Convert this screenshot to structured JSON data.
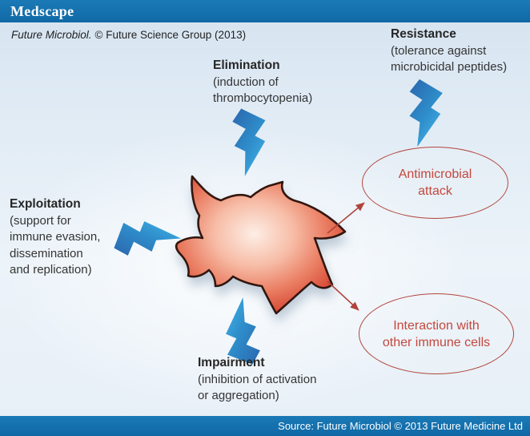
{
  "header": {
    "brand": "Medscape"
  },
  "attribution": {
    "journal_italic": "Future Microbiol.",
    "rest": "© Future Science Group (2013)"
  },
  "labels": {
    "elimination": {
      "title": "Elimination",
      "lines": [
        "(induction of",
        "thrombocytopenia)"
      ]
    },
    "resistance": {
      "title": "Resistance",
      "lines": [
        "(tolerance against",
        "microbicidal peptides)"
      ]
    },
    "exploitation": {
      "title": "Exploitation",
      "lines": [
        "(support for",
        "immune evasion,",
        "dissemination",
        "and replication)"
      ]
    },
    "impairment": {
      "title": "Impairment",
      "lines": [
        "(inhibition of activation",
        "or aggregation)"
      ]
    }
  },
  "bubbles": {
    "antimicrobial_attack": {
      "line1": "Antimicrobial",
      "line2": "attack"
    },
    "immune_interaction": {
      "line1": "Interaction with",
      "line2": "other immune cells"
    }
  },
  "icons": {
    "center": "platelet-cell",
    "bolts": [
      "lightning-bolt-top",
      "lightning-bolt-resistance",
      "lightning-bolt-left",
      "lightning-bolt-bottom"
    ],
    "arrows": [
      "arrow-to-antimicrobial-attack",
      "arrow-to-immune-interaction"
    ]
  },
  "colors": {
    "bar_blue": "#1271ad",
    "bolt_dark": "#2a66ad",
    "bolt_light": "#45b6ea",
    "cell_red": "#d94f3a",
    "accent_red": "#b2453c",
    "text": "#343434"
  },
  "footer": {
    "source": "Source: Future Microbiol © 2013 Future Medicine Ltd"
  }
}
